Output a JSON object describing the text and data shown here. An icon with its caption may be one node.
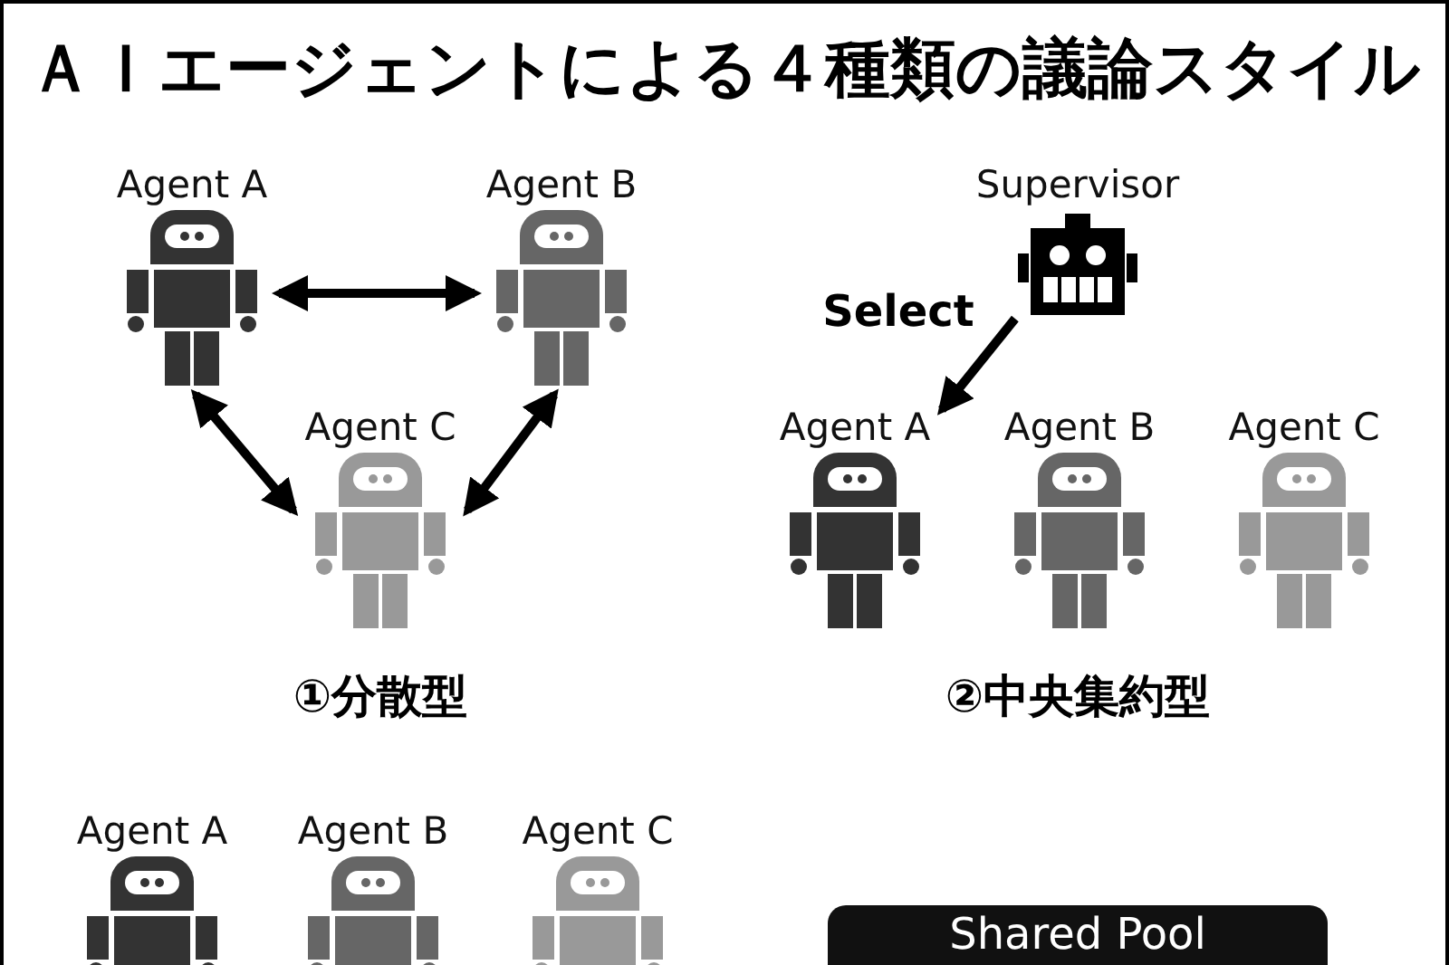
{
  "diagram": {
    "title": "ＡＩエージェントによる４種類の議論スタイル",
    "nodes": [
      {
        "text": [
          "Agent A"
        ]
      },
      {
        "text": [
          "Agent B"
        ]
      },
      {
        "text": [
          "Agent C"
        ]
      },
      {
        "text": [
          "Supervisor"
        ]
      },
      {
        "text": [
          "Agent A"
        ]
      },
      {
        "text": [
          "Agent B"
        ]
      },
      {
        "text": [
          "Agent C"
        ]
      },
      {
        "text": [
          "Agent A"
        ]
      },
      {
        "text": [
          "Agent B"
        ]
      },
      {
        "text": [
          "Agent C"
        ]
      },
      {
        "text": [
          "Shared Pool"
        ]
      }
    ],
    "edges": [
      {
        "from": 0,
        "to": 1,
        "arrow": "both"
      },
      {
        "from": 0,
        "to": 2,
        "arrow": "both"
      },
      {
        "from": 1,
        "to": 2,
        "arrow": "both"
      },
      {
        "from": 3,
        "to": 4,
        "arrow": "to",
        "label": "Select"
      }
    ],
    "labels": [
      "①分散型",
      "②中央集約型"
    ]
  }
}
